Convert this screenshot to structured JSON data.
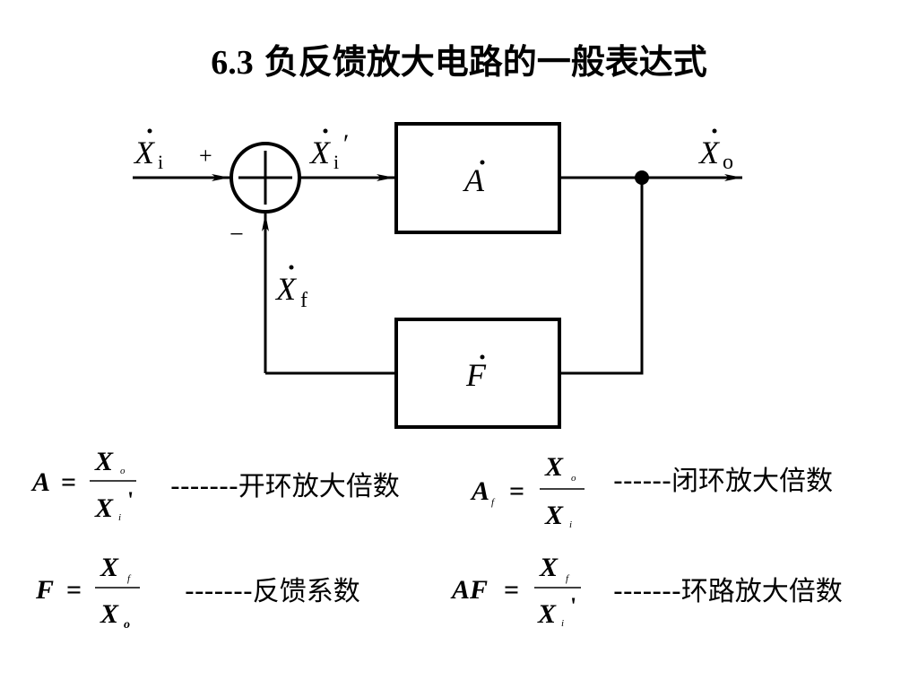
{
  "title": {
    "number": "6.3",
    "text": "负反馈放大电路的一般表达式"
  },
  "diagram": {
    "input_label": {
      "var": "X",
      "sub": "i"
    },
    "plus_sign": "+",
    "minus_sign": "−",
    "internal_label": {
      "var": "X",
      "sub": "i",
      "prime": "′"
    },
    "amplifier_label": "A",
    "output_label": {
      "var": "X",
      "sub": "o"
    },
    "feedback_label": {
      "var": "X",
      "sub": "f"
    },
    "feedback_block_label": "F"
  },
  "formulas": [
    {
      "lhs": "A",
      "lhs_sub": "",
      "eq": "=",
      "num": "X",
      "num_sub": "o",
      "num_prime": "",
      "den": "X",
      "den_sub": "i",
      "den_prime": "'",
      "desc": "-------开环放大倍数"
    },
    {
      "lhs": "A",
      "lhs_sub": "f",
      "eq": "=",
      "num": "X",
      "num_sub": "o",
      "num_prime": "",
      "den": "X",
      "den_sub": "i",
      "den_prime": "",
      "desc": "------闭环放大倍数"
    },
    {
      "lhs": "F",
      "lhs_sub": "",
      "eq": "=",
      "num": "X",
      "num_sub": "f",
      "num_prime": "",
      "den": "X",
      "den_sub": "o",
      "den_prime": "",
      "desc": "-------反馈系数"
    },
    {
      "lhs": "AF",
      "lhs_sub": "",
      "eq": "=",
      "num": "X",
      "num_sub": "f",
      "num_prime": "",
      "den": "X",
      "den_sub": "i",
      "den_prime": "'",
      "desc": "-------环路放大倍数"
    }
  ]
}
